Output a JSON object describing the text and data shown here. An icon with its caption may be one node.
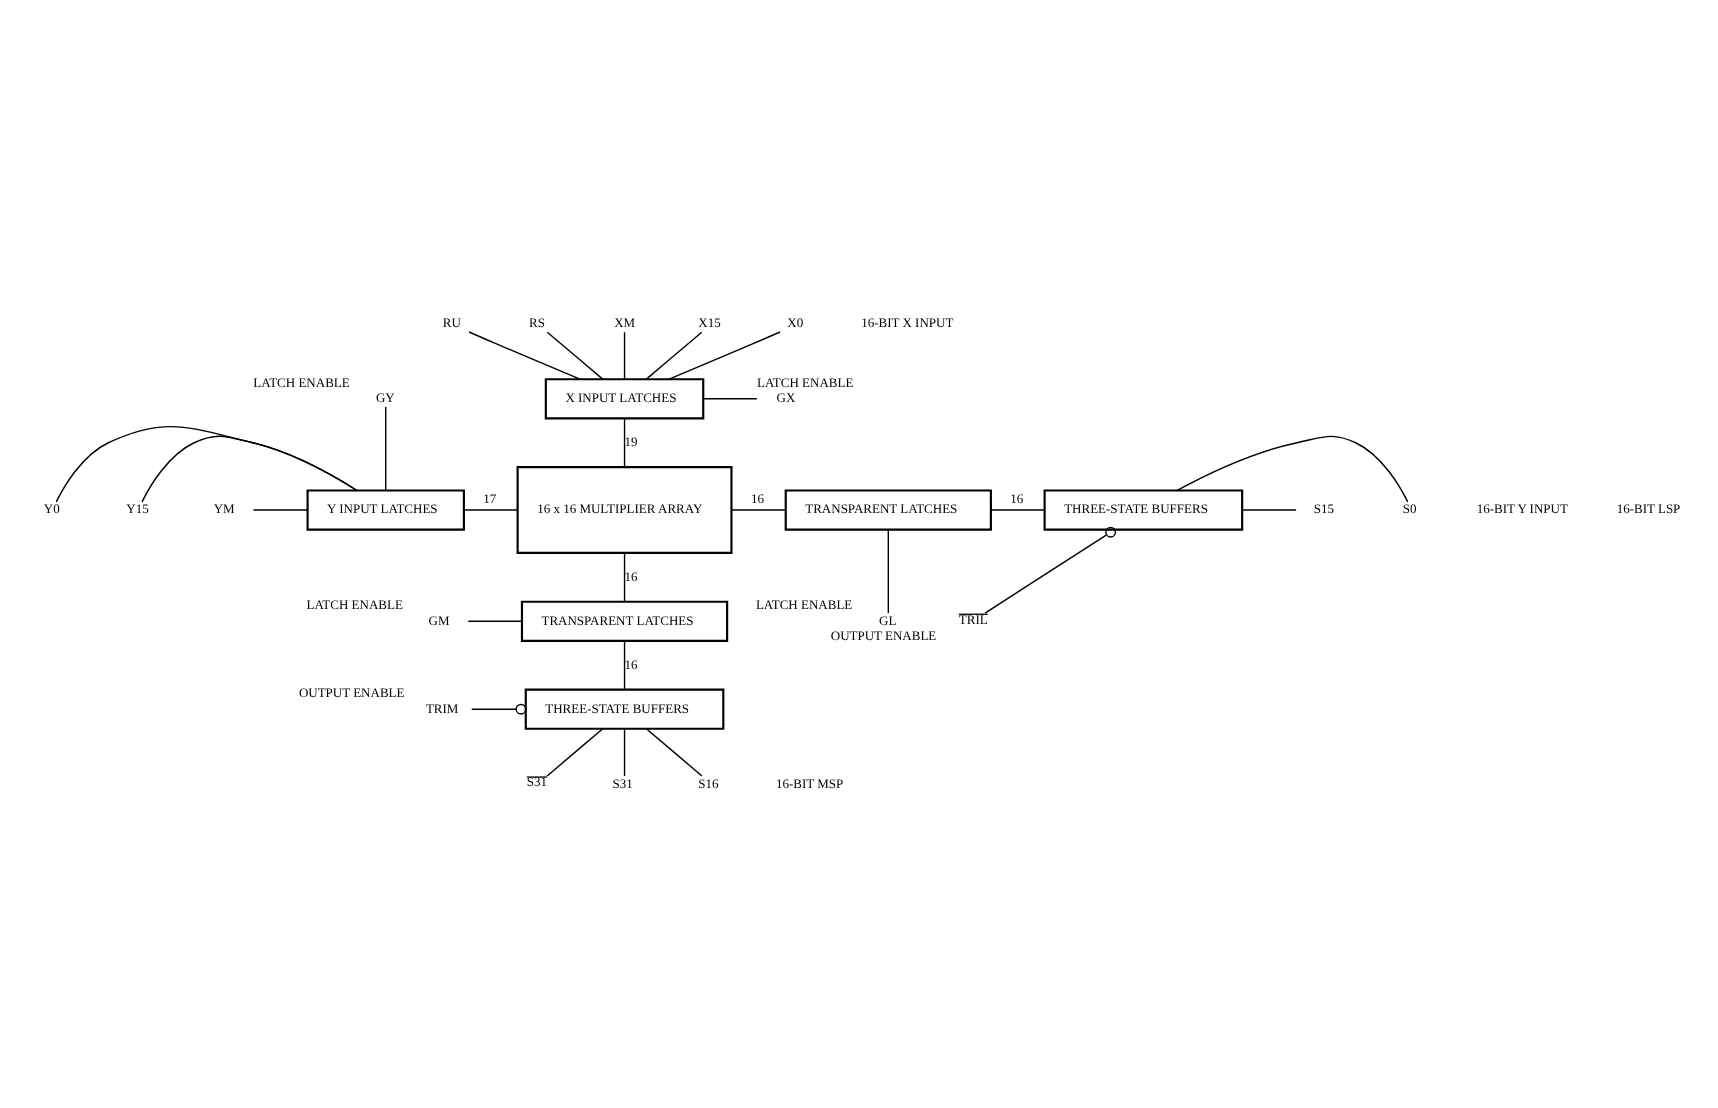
{
  "diagram": {
    "nodes": [
      {
        "text": [
          "X INPUT LATCHES"
        ]
      },
      {
        "text": [
          "Y INPUT LATCHES"
        ]
      },
      {
        "text": [
          "16 x 16 MULTIPLIER ARRAY"
        ]
      },
      {
        "text": [
          "TRANSPARENT LATCHES"
        ]
      },
      {
        "text": [
          "THREE-STATE BUFFERS"
        ]
      },
      {
        "text": [
          "TRANSPARENT LATCHES"
        ]
      },
      {
        "text": [
          "THREE-STATE BUFFERS"
        ]
      },
      {
        "text": [
          "RU"
        ]
      },
      {
        "text": [
          "RS"
        ]
      },
      {
        "text": [
          "XM"
        ]
      },
      {
        "text": [
          "X15"
        ]
      },
      {
        "text": [
          "X0"
        ]
      },
      {
        "text": [
          "GX"
        ],
        "beside": [
          "LATCH ENABLE"
        ]
      },
      {
        "text": [
          "GY"
        ],
        "beside": [
          "LATCH ENABLE"
        ]
      },
      {
        "text": [
          "Y0"
        ]
      },
      {
        "text": [
          "Y15"
        ]
      },
      {
        "text": [
          "YM"
        ]
      },
      {
        "text": [
          "GL"
        ],
        "beside": [
          "LATCH ENABLE"
        ]
      },
      {
        "text": [
          "S0"
        ]
      },
      {
        "text": [
          "S15"
        ]
      },
      {
        "text": [
          "TRIL"
        ],
        "beside": [
          "OUTPUT ENABLE"
        ]
      },
      {
        "text": [
          "GM"
        ],
        "beside": [
          "LATCH ENABLE"
        ]
      },
      {
        "text": [
          "TRIM"
        ],
        "beside": [
          "OUTPUT ENABLE"
        ]
      },
      {
        "text": [
          "S31"
        ]
      },
      {
        "text": [
          "S31"
        ]
      },
      {
        "text": [
          "S16"
        ]
      }
    ],
    "edges": [
      {
        "from": 7,
        "to": 0,
        "arrow": "none"
      },
      {
        "from": 8,
        "to": 0,
        "arrow": "none"
      },
      {
        "from": 9,
        "to": 0,
        "arrow": "none"
      },
      {
        "from": 10,
        "to": 0,
        "arrow": "none"
      },
      {
        "from": 11,
        "to": 0,
        "arrow": "none"
      },
      {
        "from": 0,
        "to": 12,
        "arrow": "none"
      },
      {
        "from": 0,
        "to": 2,
        "arrow": "none",
        "label": "19"
      },
      {
        "from": 13,
        "to": 1,
        "arrow": "none"
      },
      {
        "from": 14,
        "to": 1,
        "arrow": "none"
      },
      {
        "from": 15,
        "to": 1,
        "arrow": "none"
      },
      {
        "from": 16,
        "to": 1,
        "arrow": "none"
      },
      {
        "from": 1,
        "to": 2,
        "arrow": "none",
        "label": "17"
      },
      {
        "from": 2,
        "to": 3,
        "arrow": "none",
        "label": "16"
      },
      {
        "from": 3,
        "to": 17,
        "arrow": "none"
      },
      {
        "from": 3,
        "to": 4,
        "arrow": "none",
        "label": "16"
      },
      {
        "from": 4,
        "to": 18,
        "arrow": "none"
      },
      {
        "from": 4,
        "to": 19,
        "arrow": "none"
      },
      {
        "from": 20,
        "to": 4,
        "arrow": "other"
      },
      {
        "from": 2,
        "to": 5,
        "arrow": "none",
        "label": "16"
      },
      {
        "from": 21,
        "to": 5,
        "arrow": "none"
      },
      {
        "from": 5,
        "to": 6,
        "arrow": "none",
        "label": "16"
      },
      {
        "from": 22,
        "to": 6,
        "arrow": "other"
      },
      {
        "from": 6,
        "to": 23,
        "arrow": "none"
      },
      {
        "from": 6,
        "to": 24,
        "arrow": "none"
      },
      {
        "from": 6,
        "to": 25,
        "arrow": "none"
      }
    ],
    "labels": [
      "16-BIT X INPUT",
      "16-BIT Y INPUT",
      "16-BIT LSP",
      "16-BIT MSP"
    ]
  }
}
